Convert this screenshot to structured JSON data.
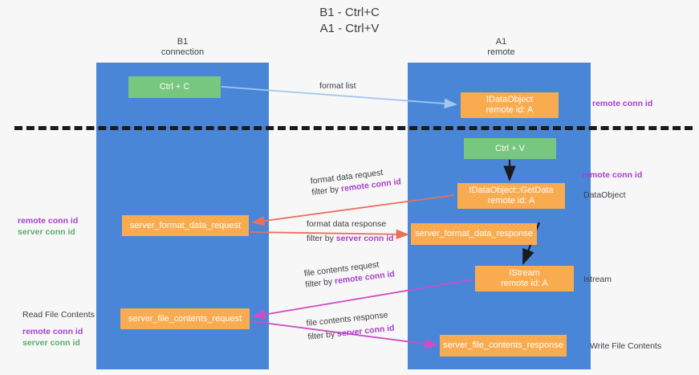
{
  "title": "B1 - Ctrl+C\nA1 - Ctrl+V",
  "title_line1": "B1 - Ctrl+C",
  "title_line2": "A1 - Ctrl+V",
  "lanes": [
    {
      "id": "b1",
      "line1": "B1",
      "line2": "connection",
      "color": "#4a86d8"
    },
    {
      "id": "a1",
      "line1": "A1",
      "line2": "remote",
      "color": "#4a86d8"
    }
  ],
  "colors": {
    "lane": "#4a86d8",
    "green_node": "#77c77f",
    "orange_node": "#f9ab50",
    "purple_text": "#a741c9",
    "green_text": "#5bad6a",
    "arrow_blue": "#9ec9ef",
    "arrow_red": "#e8705f",
    "arrow_magenta": "#cf4dc4",
    "arrow_black": "#1b1b1b",
    "divider": "#1b1b1b",
    "background": "#f7f7f7"
  },
  "nodes": {
    "ctrl_c": {
      "line1": "Ctrl + C",
      "line2": ""
    },
    "idataobject": {
      "line1": "IDataObject",
      "line2": "remote id: A"
    },
    "ctrl_v": {
      "line1": "Ctrl + V",
      "line2": ""
    },
    "getdata": {
      "line1": "IDataObject::GetData",
      "line2": "remote id: A"
    },
    "format_data_request": {
      "line1": "server_format_data_request",
      "line2": ""
    },
    "format_data_response": {
      "line1": "server_format_data_response",
      "line2": ""
    },
    "istream": {
      "line1": "IStream",
      "line2": "remote id: A"
    },
    "file_contents_request": {
      "line1": "server_file_contents_request",
      "line2": ""
    },
    "file_contents_response": {
      "line1": "server_file_contents_response",
      "line2": ""
    }
  },
  "edges": [
    {
      "id": "format_list",
      "label": "format list",
      "filter": "",
      "filter_key": "",
      "color": "#9ec9ef"
    },
    {
      "id": "fd_request",
      "label": "format data request",
      "filter_prefix": "filter by ",
      "filter_key": "remote conn id",
      "color": "#e8705f"
    },
    {
      "id": "fd_response",
      "label": "format data response",
      "filter_prefix": "filter by ",
      "filter_key": "server conn id",
      "color": "#e8705f"
    },
    {
      "id": "fc_request",
      "label": "file contents request",
      "filter_prefix": "filter by ",
      "filter_key": "remote conn id",
      "color": "#cf4dc4"
    },
    {
      "id": "fc_response",
      "label": "file contents response",
      "filter_prefix": "filter by ",
      "filter_key": "server conn id",
      "color": "#cf4dc4"
    }
  ],
  "annotations": {
    "remote_conn_id_top": "remote conn id",
    "remote_conn_id_mid": "remote conn id",
    "dataobject": "DataObject",
    "istream": "Istream",
    "write_file_contents": "Write File Contents",
    "read_file_contents": "Read File Contents",
    "left_remote_conn_id": "remote conn id",
    "left_server_conn_id": "server conn id",
    "left_bottom_remote_conn_id": "remote conn id",
    "left_bottom_server_conn_id": "server conn id"
  }
}
